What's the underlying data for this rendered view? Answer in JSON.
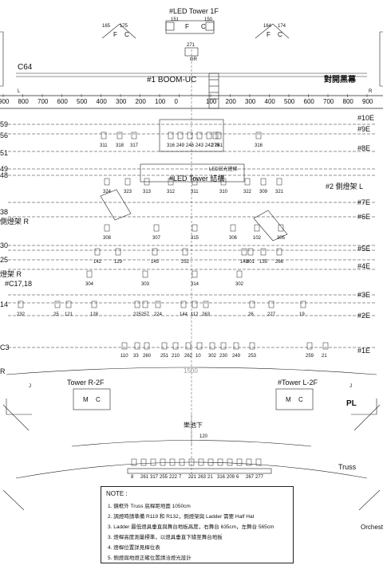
{
  "header": {
    "title": "#LED Tower 1F",
    "left_tag": "C64",
    "boom": "#1 BOOM-UC",
    "right_title": "對開黑幕"
  },
  "top_towers": {
    "left_nums": [
      "165",
      "175"
    ],
    "right_nums": [
      "164",
      "174"
    ],
    "center_nums": [
      "151",
      "150",
      "271",
      "GR"
    ],
    "left_fc": [
      "F",
      "C"
    ],
    "center_fc": [
      "F",
      "C"
    ],
    "right_fc": [
      "F",
      "C"
    ]
  },
  "scale": {
    "left_ticks": [
      "900",
      "800",
      "700",
      "600",
      "500",
      "400",
      "300",
      "200",
      "100",
      "0"
    ],
    "right_ticks": [
      "100",
      "200",
      "300",
      "400",
      "500",
      "600",
      "700",
      "800",
      "900"
    ],
    "left_end": "L",
    "right_end": "R",
    "mid_label": "1500"
  },
  "rows_left": [
    "59",
    "56",
    "51",
    "49",
    "48",
    "38",
    "30",
    "25",
    "14",
    "C3",
    "R"
  ],
  "rows_right": [
    "#10E",
    "#9E",
    "#8E",
    "#7E",
    "#6E",
    "#5E",
    "#4E",
    "#3E",
    "#2E",
    "#1E"
  ],
  "side_labels": {
    "led_structure": "#LED Tower 結構",
    "led_small": "LED日光燈條",
    "rack_L": "#2 側燈架 L",
    "rack_R_top": "側燈架 R",
    "rack_R": "燈架 R",
    "c17": "#C17,18"
  },
  "fixture_labels": {
    "row_a": [
      "318",
      "317",
      "316",
      "249",
      "246",
      "243",
      "242",
      "241",
      "316",
      "275",
      "311"
    ],
    "row_b": [
      "324",
      "323",
      "313",
      "312",
      "311",
      "310",
      "322",
      "309",
      "321"
    ],
    "row_c": [
      "308",
      "307",
      "315",
      "306",
      "102",
      "305"
    ],
    "row_d": [
      "142",
      "129",
      "252",
      "145",
      "135",
      "266",
      "148",
      "301"
    ],
    "row_e": [
      "304",
      "303",
      "314",
      "302"
    ],
    "row_f": [
      "232",
      "25",
      "121",
      "128",
      "225",
      "257",
      "224",
      "144",
      "112",
      "263",
      "26",
      "227",
      "19"
    ],
    "row_g": [
      "110",
      "33",
      "260",
      "251",
      "210",
      "262",
      "10",
      "302",
      "230",
      "249",
      "253",
      "259",
      "21"
    ]
  },
  "towers_2f": {
    "left": "Tower R-2F",
    "right": "#Tower L-2F",
    "left_fc": [
      "M",
      "C"
    ],
    "right_fc": [
      "M",
      "C"
    ],
    "pl": "PL",
    "left_mark": "J",
    "right_mark": "J"
  },
  "lower": {
    "stage": "樂池下",
    "stage_num": "120",
    "truss": "Truss",
    "truss_nums": [
      "8",
      "261",
      "317",
      "255",
      "222",
      "7",
      "221",
      "263",
      "21",
      "316",
      "209",
      "6",
      "267",
      "277"
    ],
    "orchestra": "Orchest"
  },
  "notes": {
    "title": "NOTE :",
    "lines": [
      "1. 鏡框外 Truss 底桿距地面 1050cm",
      "2. 調燈時請準備 R119 和 R132，側燈架與 Ladder 需要 Half Hat",
      "3. Ladder 最低燈具垂直與舞台地板高度，右舞台 635cm，左舞台 565cm",
      "3. 燈桿高度測量標準，以燈具垂直下緣至舞台地板",
      "4. 燈桿位置詳見桿位表",
      "5. 側燈與地燈正確位置請洽燈光設計"
    ]
  }
}
